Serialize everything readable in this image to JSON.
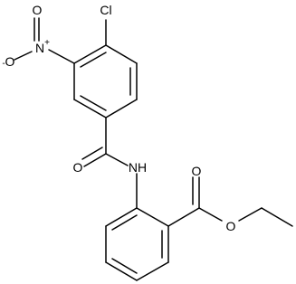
{
  "molecule": {
    "atoms": {
      "cl": "Cl",
      "nitro_n": "N",
      "nitro_n_charge": "+",
      "nitro_o_top": "O",
      "nitro_o_left": "O",
      "nitro_o_left_charge": "-",
      "amide_o": "O",
      "amide_nh": "NH",
      "ester_o_carbonyl": "O",
      "ester_o_ether": "O"
    }
  }
}
